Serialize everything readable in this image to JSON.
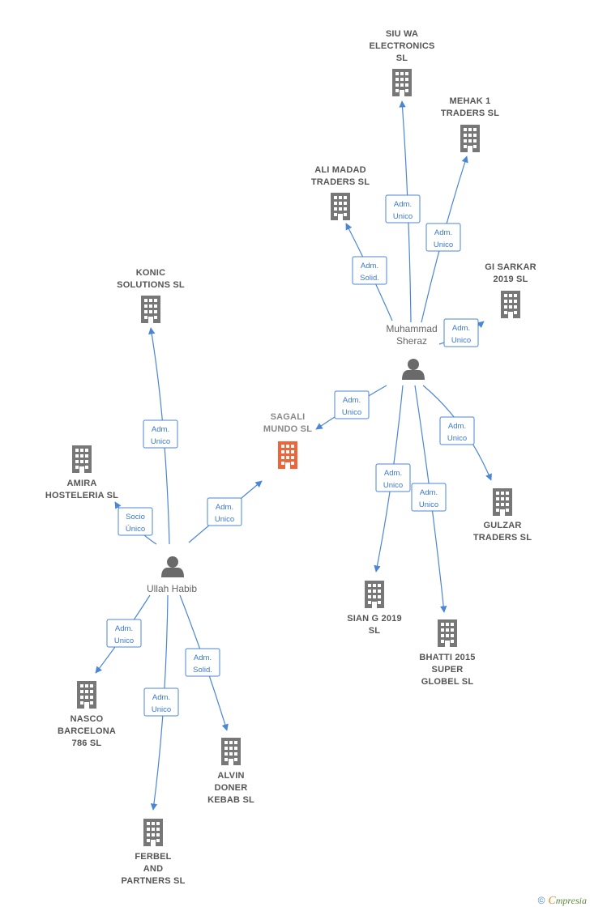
{
  "companies": {
    "siu_wa": {
      "lines": [
        "SIU WA",
        "ELECTRONICS",
        "SL"
      ]
    },
    "mehak": {
      "lines": [
        "MEHAK 1",
        "TRADERS  SL"
      ]
    },
    "ali": {
      "lines": [
        "ALI MADAD",
        "TRADERS  SL"
      ]
    },
    "gi": {
      "lines": [
        "GI SARKAR",
        "2019  SL"
      ]
    },
    "konic": {
      "lines": [
        "KONIC",
        "SOLUTIONS  SL"
      ]
    },
    "sagali": {
      "lines": [
        "SAGALI",
        "MUNDO  SL"
      ]
    },
    "amira": {
      "lines": [
        "AMIRA",
        "HOSTELERIA SL"
      ]
    },
    "gulzar": {
      "lines": [
        "GULZAR",
        "TRADERS  SL"
      ]
    },
    "sian": {
      "lines": [
        "SIAN G 2019",
        "SL"
      ]
    },
    "bhatti": {
      "lines": [
        "BHATTI 2015",
        "SUPER",
        "GLOBEL  SL"
      ]
    },
    "nasco": {
      "lines": [
        "NASCO",
        "BARCELONA",
        "786  SL"
      ]
    },
    "alvin": {
      "lines": [
        "ALVIN",
        "DONER",
        "KEBAB SL"
      ]
    },
    "ferbel": {
      "lines": [
        "FERBEL",
        "AND",
        "PARTNERS SL"
      ]
    }
  },
  "persons": {
    "muhammad": {
      "lines": [
        "Muhammad",
        "Sheraz"
      ]
    },
    "ullah": {
      "lines": [
        "Ullah Habib"
      ]
    }
  },
  "relations": {
    "m_siu": [
      "Adm.",
      "Unico"
    ],
    "m_mehak": [
      "Adm.",
      "Unico"
    ],
    "m_ali": [
      "Adm.",
      "Solid."
    ],
    "m_gi": [
      "Adm.",
      "Unico"
    ],
    "m_sagali": [
      "Adm.",
      "Unico"
    ],
    "m_gulzar": [
      "Adm.",
      "Unico"
    ],
    "m_sian": [
      "Adm.",
      "Unico"
    ],
    "m_bhatti": [
      "Adm.",
      "Unico"
    ],
    "u_konic": [
      "Adm.",
      "Unico"
    ],
    "u_sagali": [
      "Adm.",
      "Unico"
    ],
    "u_amira": [
      "Socio",
      "Único"
    ],
    "u_nasco": [
      "Adm.",
      "Unico"
    ],
    "u_alvin": [
      "Adm.",
      "Solid."
    ],
    "u_ferbel": [
      "Adm.",
      "Unico"
    ]
  },
  "colors": {
    "edge": "#4a86d4",
    "building": "#777777",
    "building_focus": "#f0643a",
    "person": "#6a6a6a"
  },
  "footer": {
    "copyright": "©",
    "brand_initial": "C",
    "brand_rest": "mpresia"
  }
}
